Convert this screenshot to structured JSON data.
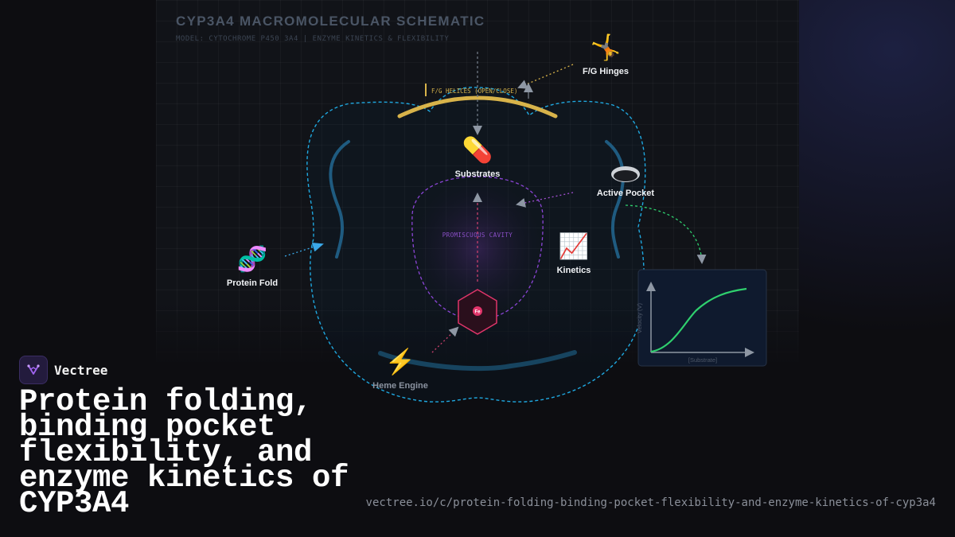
{
  "schematic": {
    "title": "CYP3A4 MACROMOLECULAR SCHEMATIC",
    "subtitle": "MODEL: CYTOCHROME P450 3A4 | ENZYME KINETICS & FLEXIBILITY",
    "helix_label": "F/G HELICES (OPEN/CLOSE)",
    "cavity_label": "PROMISCUOUS CAVITY",
    "heme_symbol": "Fe"
  },
  "nodes": [
    {
      "id": "hinges",
      "label": "F/G Hinges",
      "icon": "person-cartwheeling-icon",
      "glyph": "🤸"
    },
    {
      "id": "substrates",
      "label": "Substrates",
      "icon": "pill-icon",
      "glyph": "💊"
    },
    {
      "id": "pocket",
      "label": "Active Pocket",
      "icon": "pocket-disc-icon",
      "glyph": ""
    },
    {
      "id": "fold",
      "label": "Protein Fold",
      "icon": "dna-icon",
      "glyph": "🧬"
    },
    {
      "id": "kinetics",
      "label": "Kinetics",
      "icon": "chart-increasing-icon",
      "glyph": "📈"
    },
    {
      "id": "heme",
      "label": "Heme Engine",
      "icon": "lightning-icon",
      "glyph": "⚡"
    }
  ],
  "kinetics_plot": {
    "xlabel": "[Substrate]",
    "ylabel": "Velocity (V)",
    "curve": "sigmoidal"
  },
  "colors": {
    "protein_outline": "#1fa8e0",
    "helix": "#d8b34a",
    "cavity": "#8b45d6",
    "heme": "#e0356a",
    "curve": "#2fd06e",
    "arrow": "#7d8794"
  },
  "brand": {
    "name": "Vectree",
    "icon": "vectree-logo-icon"
  },
  "headline": "Protein folding, binding pocket flexibility, and enzyme kinetics of CYP3A4",
  "url": "vectree.io/c/protein-folding-binding-pocket-flexibility-and-enzyme-kinetics-of-cyp3a4"
}
